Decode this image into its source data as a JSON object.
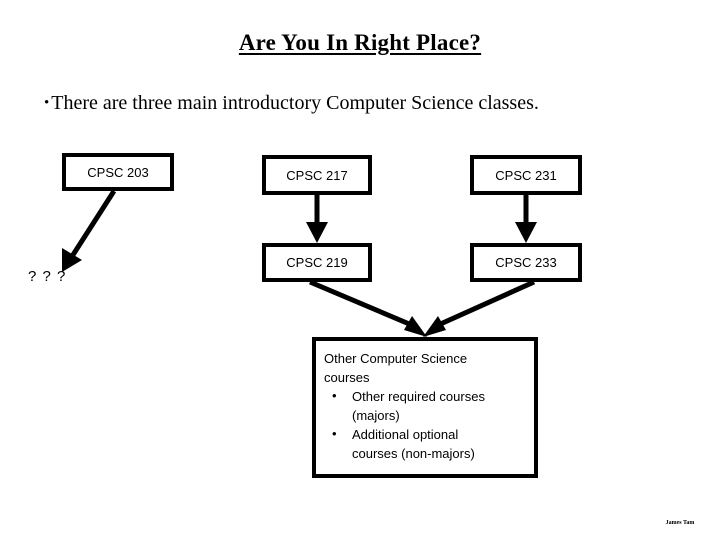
{
  "slide": {
    "title": "Are You In Right Place?",
    "bullet_mark": "•",
    "bullet_text": "There are three main introductory Computer Science classes.",
    "footer_credit": "James Tam"
  },
  "flowchart": {
    "nodes": [
      {
        "id": "cpsc-203",
        "label": "CPSC 203"
      },
      {
        "id": "cpsc-217",
        "label": "CPSC 217"
      },
      {
        "id": "cpsc-231",
        "label": "CPSC 231"
      },
      {
        "id": "cpsc-219",
        "label": "CPSC 219"
      },
      {
        "id": "cpsc-233",
        "label": "CPSC 233"
      }
    ],
    "unknown_label": "? ? ?",
    "other_box": {
      "heading_line1": "Other Computer Science",
      "heading_line2": "courses",
      "bullet_mark": "•",
      "items": [
        {
          "line1": "Other required courses",
          "line2": "(majors)"
        },
        {
          "line1": "Additional optional",
          "line2": "courses (non-majors)"
        }
      ]
    },
    "edges": [
      {
        "from": "cpsc-203",
        "to": "unknown",
        "style": "diagonal-down-left"
      },
      {
        "from": "cpsc-217",
        "to": "cpsc-219",
        "style": "vertical-down"
      },
      {
        "from": "cpsc-231",
        "to": "cpsc-233",
        "style": "vertical-down"
      },
      {
        "from": "cpsc-219",
        "to": "other-courses",
        "style": "diagonal-down-right"
      },
      {
        "from": "cpsc-233",
        "to": "other-courses",
        "style": "diagonal-down-left"
      }
    ]
  },
  "colors": {
    "background": "#ffffff",
    "ink": "#000000",
    "border": "#000000"
  }
}
